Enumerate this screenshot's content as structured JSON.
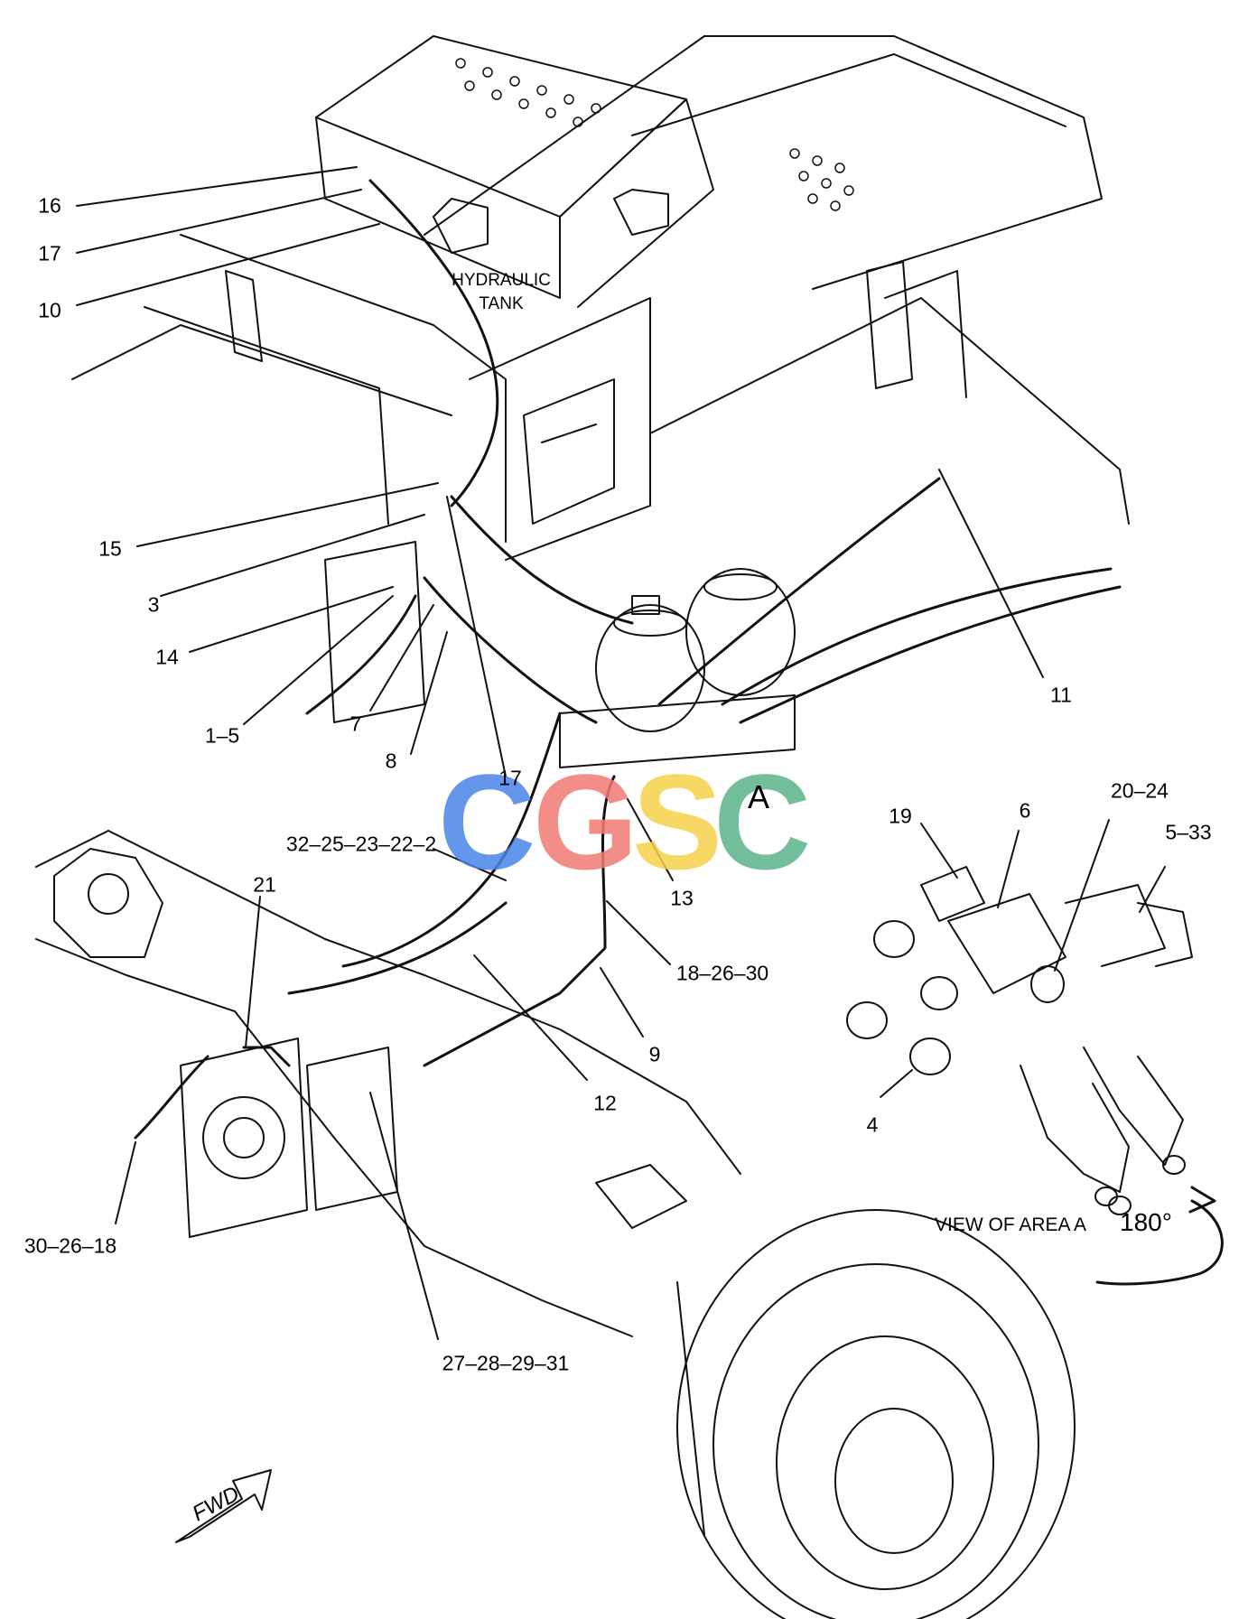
{
  "diagram": {
    "tank_label_line1": "HYDRAULIC",
    "tank_label_line2": "TANK",
    "area_marker": "A",
    "view_caption": "VIEW OF AREA  A",
    "rotation_label": "180°",
    "fwd_label": "FWD",
    "callouts": [
      {
        "id": "c16",
        "text": "16"
      },
      {
        "id": "c17a",
        "text": "17"
      },
      {
        "id": "c10",
        "text": "10"
      },
      {
        "id": "c15",
        "text": "15"
      },
      {
        "id": "c3",
        "text": "3"
      },
      {
        "id": "c14",
        "text": "14"
      },
      {
        "id": "c1_5",
        "text": "1–5"
      },
      {
        "id": "c7",
        "text": "7"
      },
      {
        "id": "c8",
        "text": "8"
      },
      {
        "id": "c17b",
        "text": "17"
      },
      {
        "id": "c11",
        "text": "11"
      },
      {
        "id": "c13",
        "text": "13"
      },
      {
        "id": "c32",
        "text": "32–25–23–22–2"
      },
      {
        "id": "c21",
        "text": "21"
      },
      {
        "id": "c18_26_30",
        "text": "18–26–30"
      },
      {
        "id": "c9",
        "text": "9"
      },
      {
        "id": "c12",
        "text": "12"
      },
      {
        "id": "c30_26_18",
        "text": "30–26–18"
      },
      {
        "id": "c27",
        "text": "27–28–29–31"
      },
      {
        "id": "c19",
        "text": "19"
      },
      {
        "id": "c6",
        "text": "6"
      },
      {
        "id": "c20_24",
        "text": "20–24"
      },
      {
        "id": "c5_33",
        "text": "5–33"
      },
      {
        "id": "c4",
        "text": "4"
      }
    ]
  },
  "watermark": {
    "letters": [
      "C",
      "G",
      "S",
      "C"
    ],
    "colors": [
      "#4a86e8",
      "#f07b73",
      "#f6d24b",
      "#5bb58a"
    ]
  }
}
